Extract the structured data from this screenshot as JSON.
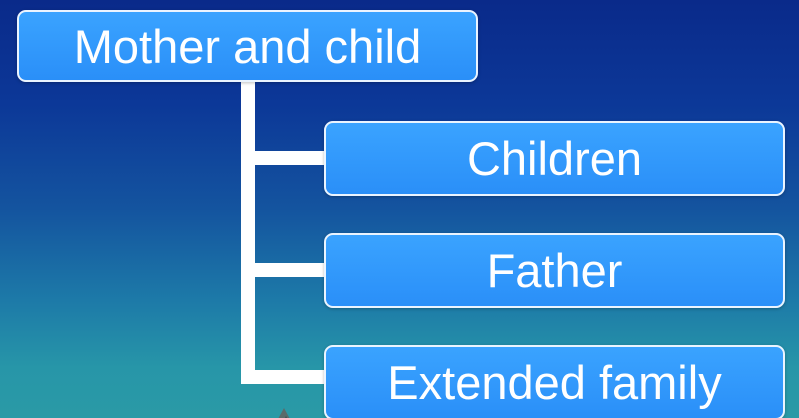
{
  "diagram": {
    "root": {
      "label": "Mother and child"
    },
    "children": [
      {
        "label": "Children"
      },
      {
        "label": "Father"
      },
      {
        "label": "Extended family"
      }
    ]
  },
  "colors": {
    "box_fill": "#3399ff",
    "box_border": "#eaf4ff",
    "connector": "#ffffff",
    "background_top": "#0a2a8a",
    "background_bottom": "#2a9aa6"
  }
}
